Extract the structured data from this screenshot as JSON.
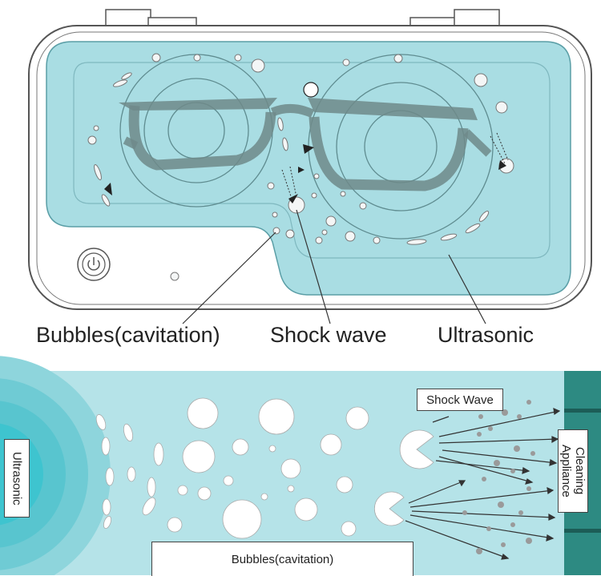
{
  "top_diagram": {
    "labels": {
      "bubbles": "Bubbles(cavitation)",
      "shock_wave": "Shock wave",
      "ultrasonic": "Ultrasonic"
    },
    "colors": {
      "water": "#a9dde3",
      "outline": "#555555",
      "glasses": "#6f8a8a"
    }
  },
  "bottom_diagram": {
    "labels": {
      "ultrasonic": "Ultrasonic",
      "shock_wave": "Shock Wave",
      "cleaning_appliance": "Cleaning Appliance",
      "bubbles": "Bubbles(cavitation)"
    },
    "colors": {
      "background": "#b5e3e8",
      "source": "#3ec4cf",
      "wall": "#2d8a82",
      "debris": "#9a9a9a"
    }
  }
}
